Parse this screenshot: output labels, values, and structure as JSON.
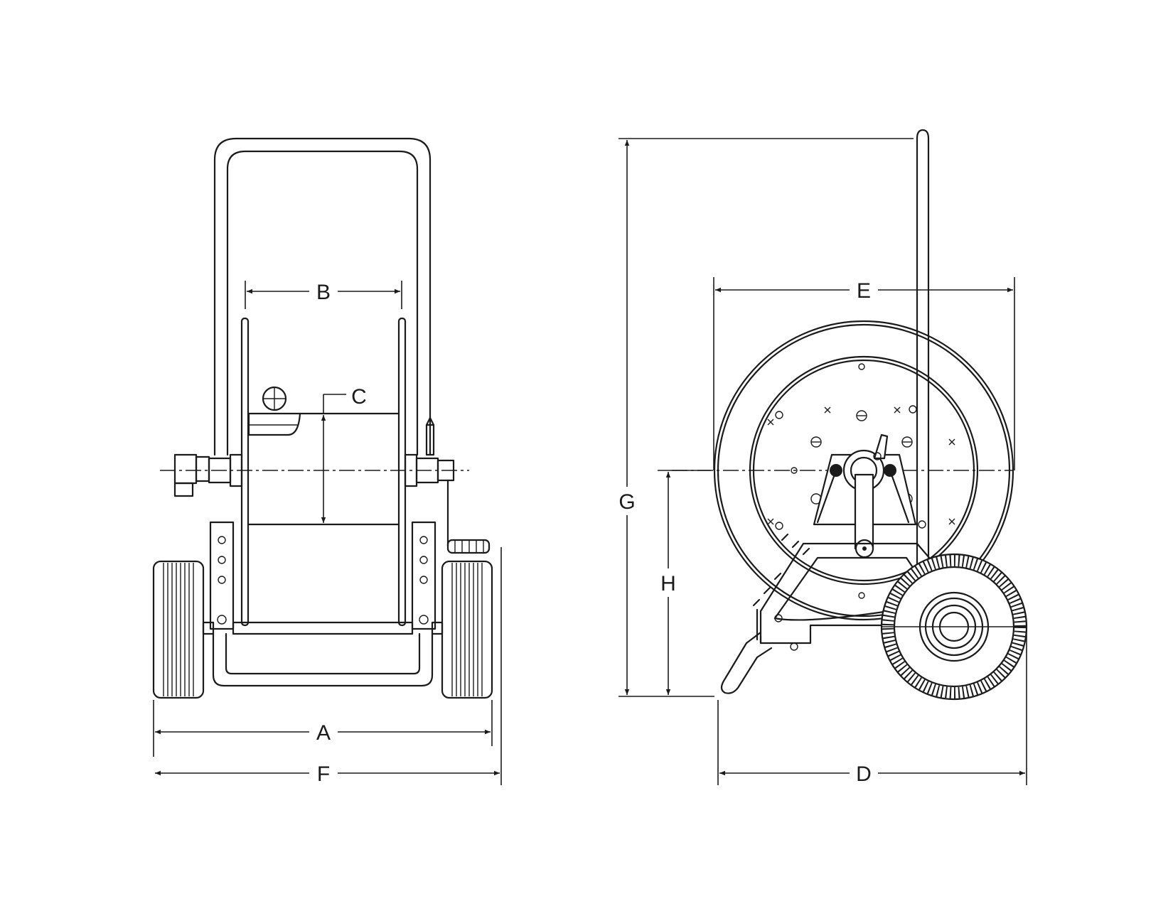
{
  "dimension_labels": {
    "a": "A",
    "b": "B",
    "c": "C",
    "d": "D",
    "e": "E",
    "f": "F",
    "g": "G",
    "h": "H"
  }
}
